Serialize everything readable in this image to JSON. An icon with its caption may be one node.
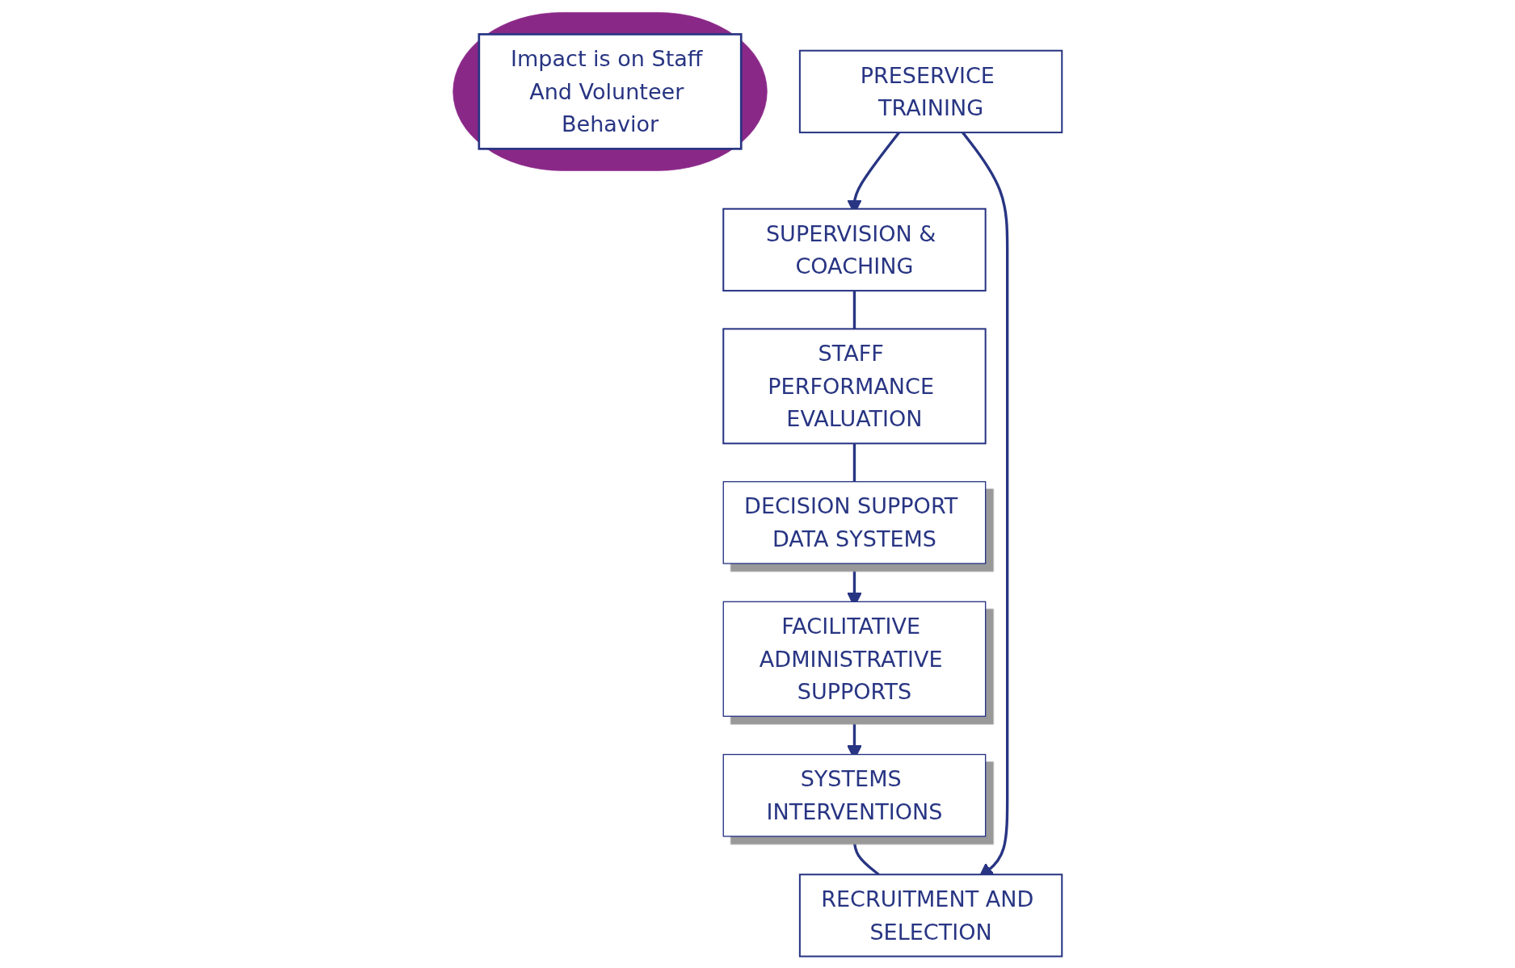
{
  "diagram": {
    "nodes": [
      {
        "text": [
          "STAFF PERFORMANCE EVALUATION"
        ]
      },
      {
        "text": [
          "DECISION SUPPORT DATA SYSTEMS"
        ]
      },
      {
        "text": [
          "FACILITATIVE ADMINISTRATIVE SUPPORTS"
        ]
      },
      {
        "text": [
          "SYSTEMS INTERVENTIONS"
        ]
      },
      {
        "text": [
          "RECRUITMENT AND SELECTION"
        ]
      },
      {
        "text": [
          "PRESERVICE TRAINING"
        ]
      },
      {
        "text": [
          "SUPERVISION & COACHING"
        ]
      },
      {
        "text": [],
        "shape": "ellipse"
      },
      {
        "text": [
          "Impact is on Staff And Volunteer Behavior"
        ],
        "in": 7
      }
    ],
    "edges": [
      {
        "from": 0,
        "to": 1,
        "arrow": "none"
      },
      {
        "from": 1,
        "to": 2,
        "arrow": "to"
      },
      {
        "from": 2,
        "to": 3,
        "arrow": "to"
      },
      {
        "from": 3,
        "to": 4,
        "arrow": "none"
      },
      {
        "from": 5,
        "to": 4,
        "arrow": "to"
      },
      {
        "from": 5,
        "to": 6,
        "arrow": "to"
      },
      {
        "from": 6,
        "to": 0,
        "arrow": "none"
      }
    ]
  }
}
